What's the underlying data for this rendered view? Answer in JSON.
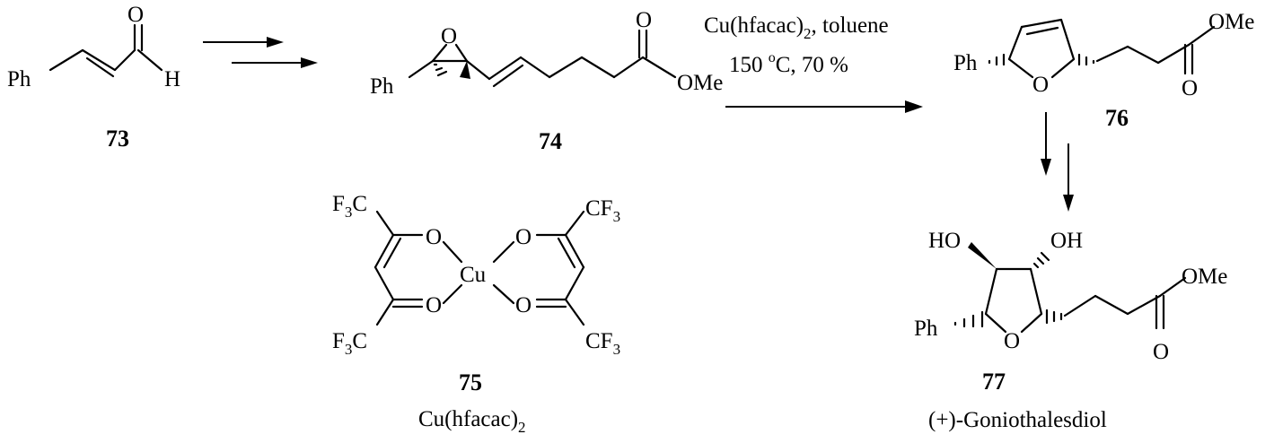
{
  "compounds": {
    "c73": {
      "number": "73",
      "atoms": {
        "ph": "Ph",
        "o": "O",
        "h": "H"
      }
    },
    "c74": {
      "number": "74",
      "atoms": {
        "ph": "Ph",
        "o_epox": "O",
        "o_carbonyl": "O",
        "ome": "OMe"
      }
    },
    "c75": {
      "number": "75",
      "name_base": "Cu(hfacac)",
      "name_sub": "2",
      "atoms": {
        "cf3_a": "F",
        "cf3_a_sub": "3",
        "cf3_a_c": "C",
        "cf3_b": "CF",
        "cf3_b_sub": "3",
        "cf3_c": "F",
        "cf3_c_sub": "3",
        "cf3_c_c": "C",
        "cf3_d": "CF",
        "cf3_d_sub": "3",
        "o1": "O",
        "o2": "O",
        "o3": "O",
        "o4": "O",
        "cu": "Cu"
      }
    },
    "c76": {
      "number": "76",
      "atoms": {
        "ph": "Ph",
        "o_ring": "O",
        "ome": "OMe",
        "o_carbonyl": "O"
      }
    },
    "c77": {
      "number": "77",
      "name": "(+)-Goniothalesdiol",
      "atoms": {
        "ho": "HO",
        "oh": "OH",
        "ph": "Ph",
        "o_ring": "O",
        "ome": "OMe",
        "o_carbonyl": "O"
      }
    }
  },
  "conditions": {
    "reagent_base": "Cu(hfacac)",
    "reagent_sub": "2",
    "reagent_rest": ", toluene",
    "temp_yield_a": "150 ",
    "temp_deg": "o",
    "temp_yield_b": "C, 70 %"
  }
}
